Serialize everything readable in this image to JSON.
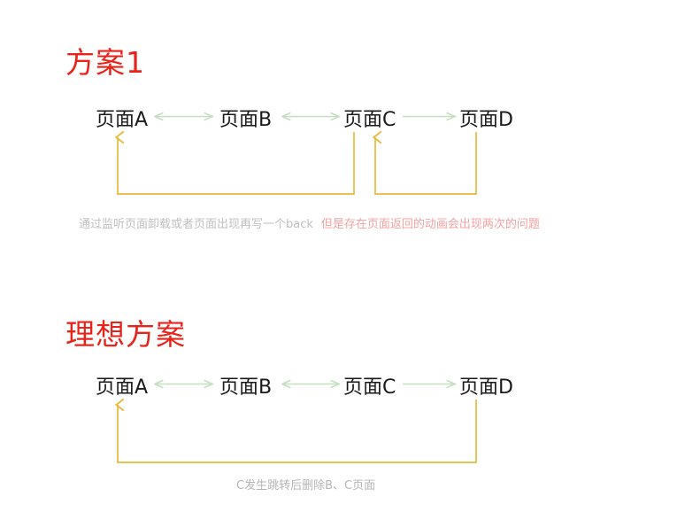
{
  "colors": {
    "title_red": "#e8231a",
    "node_text": "#1a1a1a",
    "nav_arrow_green": "#c5dfc0",
    "back_arrow_orange": "#e8b93c",
    "caption_muted": "#c0c0c0",
    "caption_warning": "#f5a1a1",
    "background": "#ffffff"
  },
  "sections": [
    {
      "id": "plan-1",
      "title": "方案1",
      "nodes": [
        {
          "id": "page-a",
          "label": "页面A"
        },
        {
          "id": "page-b",
          "label": "页面B"
        },
        {
          "id": "page-c",
          "label": "页面C"
        },
        {
          "id": "page-d",
          "label": "页面D"
        }
      ],
      "forward_edges": [
        {
          "from": "页面A",
          "to": "页面B",
          "direction": "bidirectional",
          "color": "#c5dfc0"
        },
        {
          "from": "页面B",
          "to": "页面C",
          "direction": "bidirectional",
          "color": "#c5dfc0"
        },
        {
          "from": "页面C",
          "to": "页面D",
          "direction": "forward",
          "color": "#c5dfc0"
        }
      ],
      "back_edges": [
        {
          "from": "页面C",
          "to": "页面A",
          "direction": "back",
          "color": "#e8b93c"
        },
        {
          "from": "页面D",
          "to": "页面C",
          "direction": "back",
          "color": "#e8b93c"
        }
      ],
      "caption": {
        "muted": "通过监听页面卸载或者页面出现再写一个back",
        "warning": "但是存在页面返回的动画会出现两次的问题"
      }
    },
    {
      "id": "plan-ideal",
      "title": "理想方案",
      "nodes": [
        {
          "id": "page-a",
          "label": "页面A"
        },
        {
          "id": "page-b",
          "label": "页面B"
        },
        {
          "id": "page-c",
          "label": "页面C"
        },
        {
          "id": "page-d",
          "label": "页面D"
        }
      ],
      "forward_edges": [
        {
          "from": "页面A",
          "to": "页面B",
          "direction": "bidirectional",
          "color": "#c5dfc0"
        },
        {
          "from": "页面B",
          "to": "页面C",
          "direction": "bidirectional",
          "color": "#c5dfc0"
        },
        {
          "from": "页面C",
          "to": "页面D",
          "direction": "forward",
          "color": "#c5dfc0"
        }
      ],
      "back_edges": [
        {
          "from": "页面D",
          "to": "页面A",
          "direction": "back",
          "color": "#e8b93c"
        }
      ],
      "caption": {
        "muted": "C发生跳转后删除B、C页面"
      }
    }
  ]
}
